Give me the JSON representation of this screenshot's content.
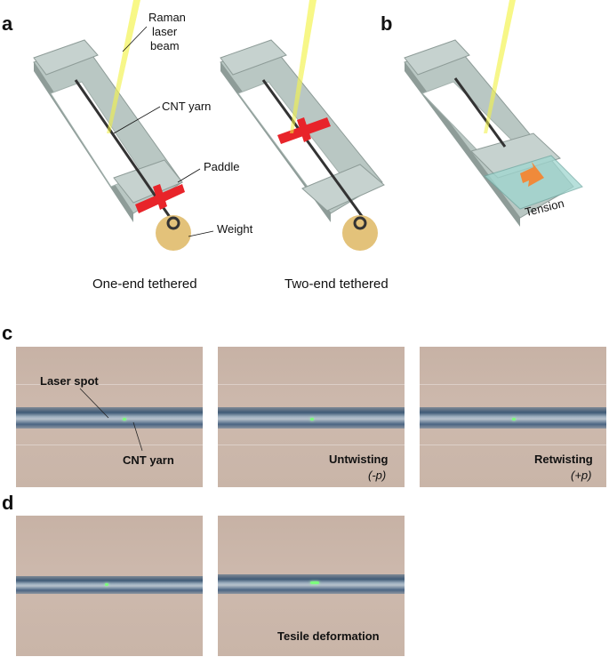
{
  "panels": {
    "a": "a",
    "b": "b",
    "c": "c",
    "d": "d"
  },
  "schematic": {
    "raman_line1": "Raman",
    "raman_line2": "laser",
    "raman_line3": "beam",
    "cnt_yarn": "CNT yarn",
    "paddle": "Paddle",
    "weight": "Weight",
    "tension": "Tension",
    "caption_one_end": "One-end tethered",
    "caption_two_end": "Two-end tethered"
  },
  "micrographs_c": {
    "laser_spot": "Laser spot",
    "cnt_yarn": "CNT yarn",
    "untwisting": "Untwisting",
    "untwisting_sign": "(-p)",
    "retwisting": "Retwisting",
    "retwisting_sign": "(+p)"
  },
  "micrographs_d": {
    "tensile": "Tesile deformation"
  },
  "colors": {
    "frame": "#b9c7c3",
    "frame_dark": "#8e9c98",
    "yarn": "#333333",
    "paddle": "#e8242a",
    "weight": "#e3c27a",
    "laser": "#f2f25a",
    "tension_arrow": "#f08a3a",
    "tension_block": "#9fd6cf"
  }
}
